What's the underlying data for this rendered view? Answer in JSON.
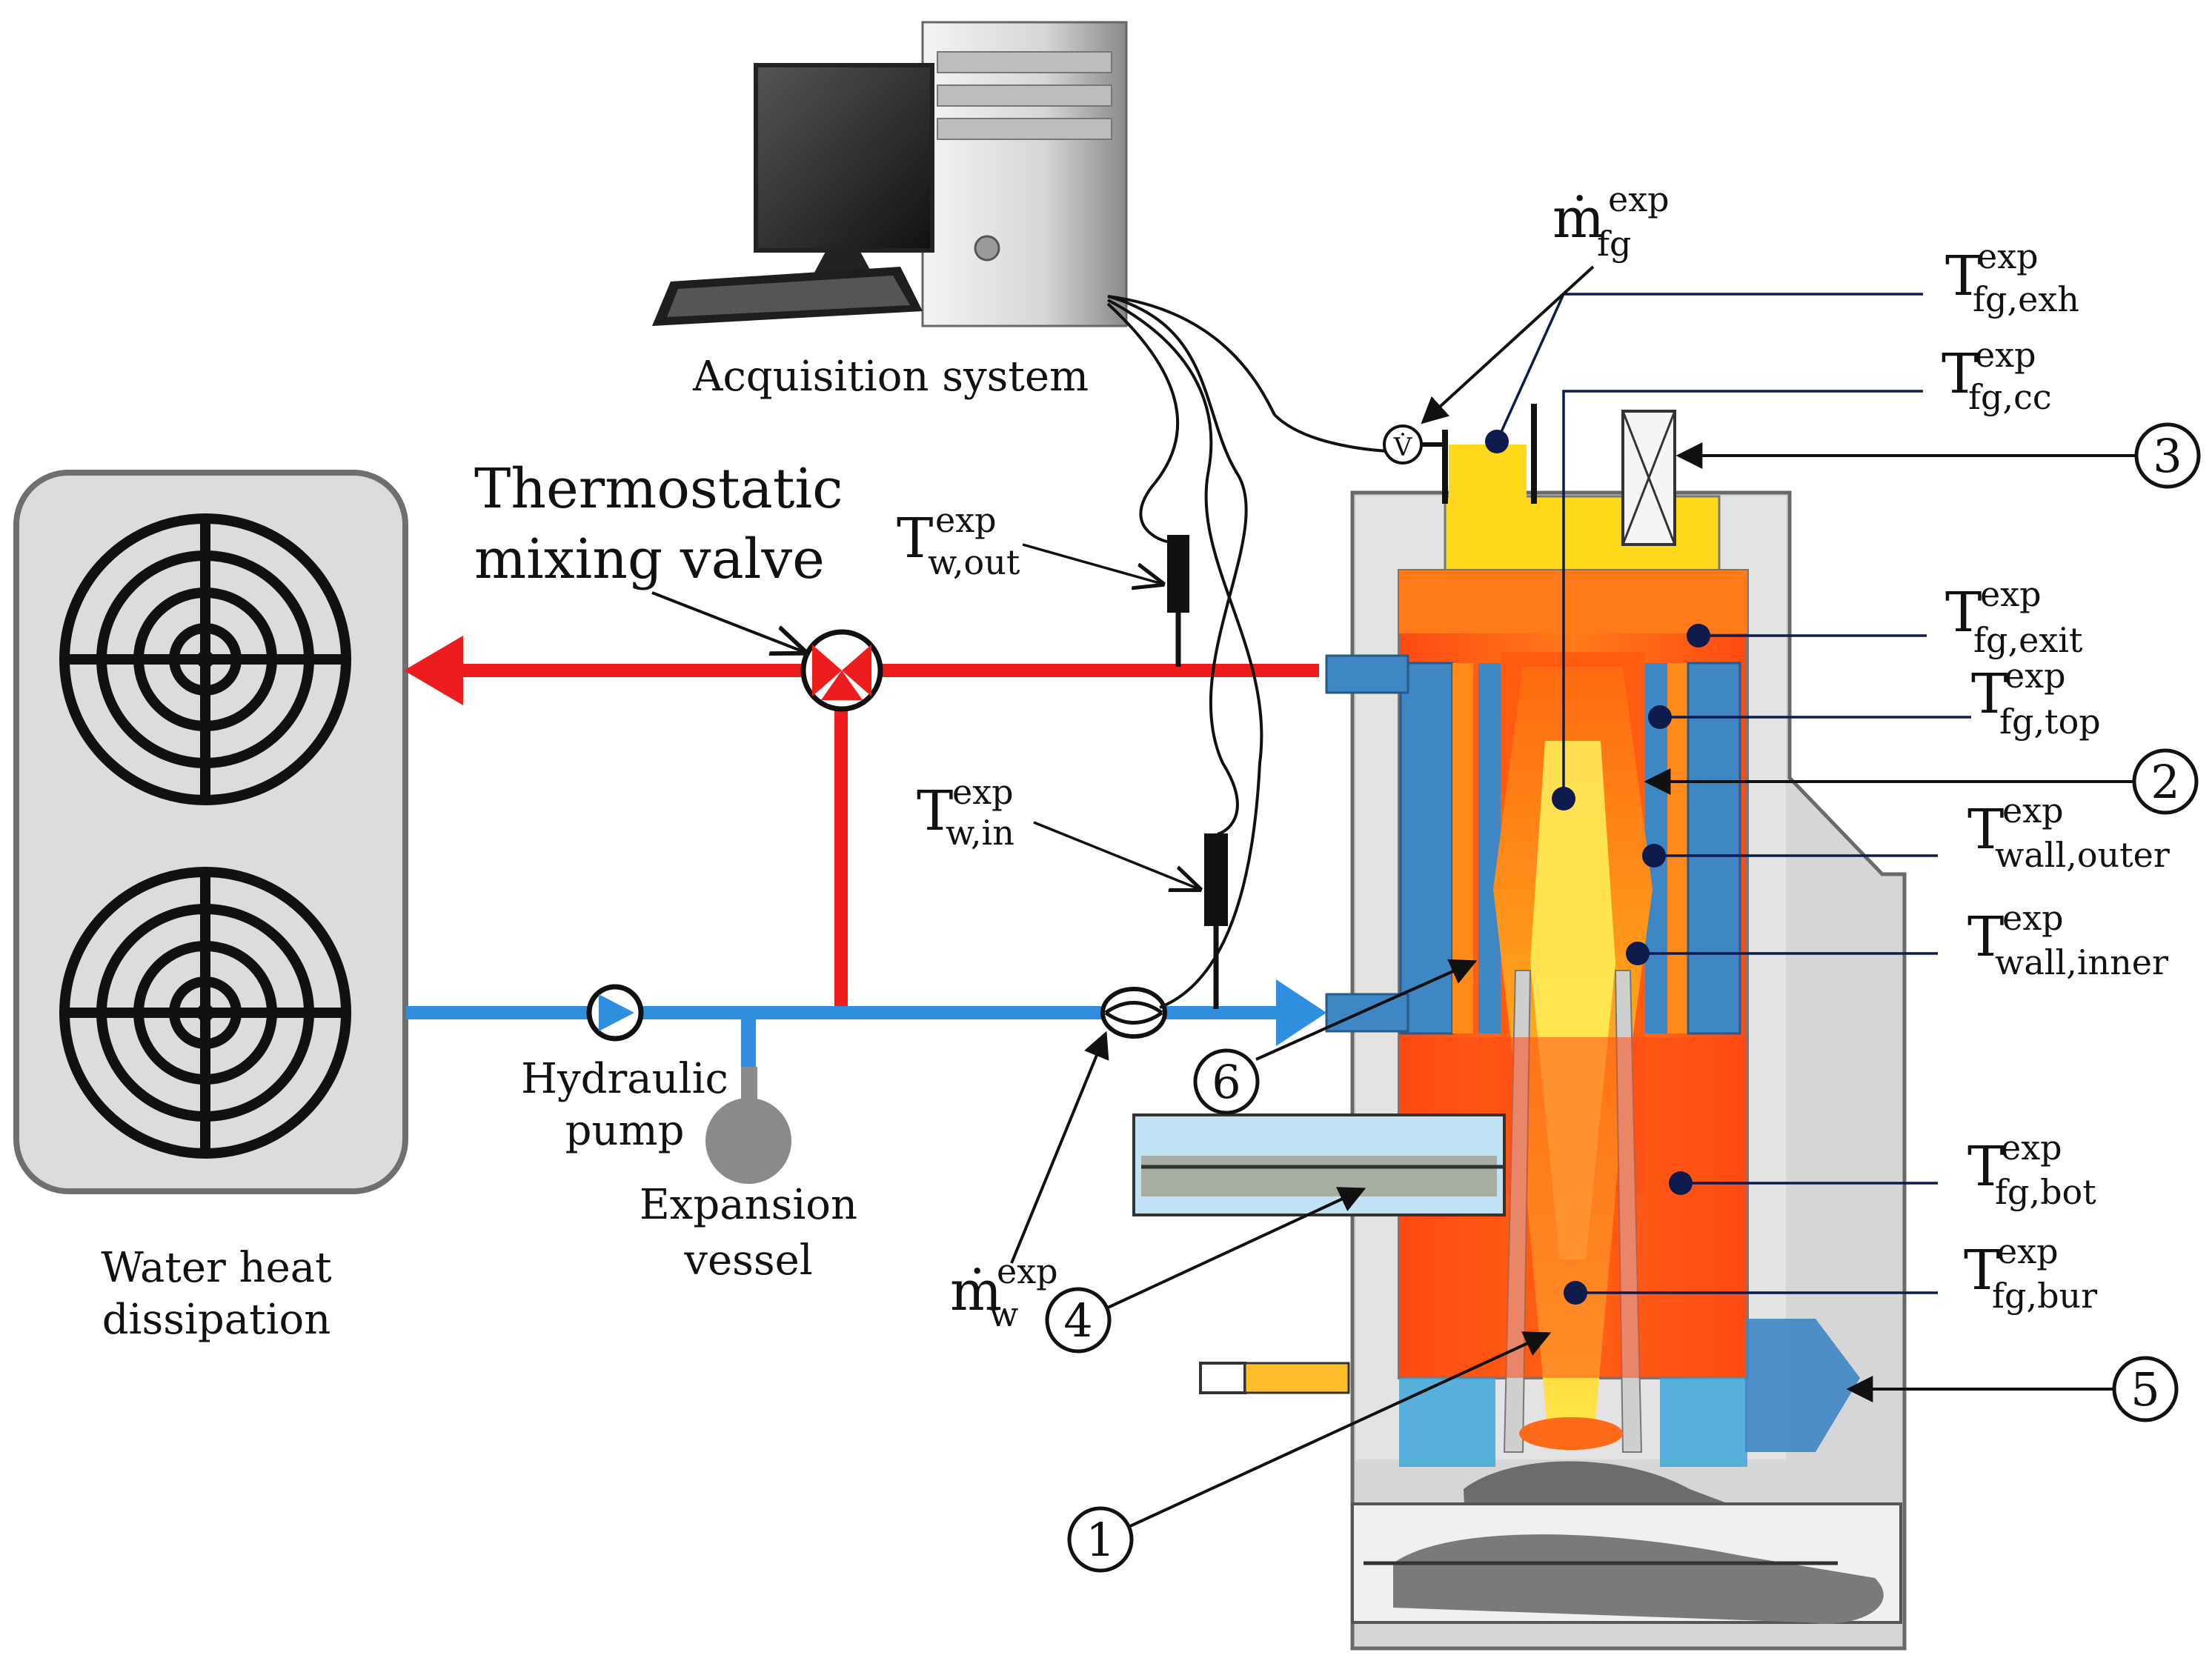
{
  "diagram": {
    "labels": {
      "acquisition": "Acquisition system",
      "tmv_line1": "Thermostatic",
      "tmv_line2": "mixing valve",
      "pump_line1": "Hydraulic",
      "pump_line2": "pump",
      "vessel_line1": "Expansion",
      "vessel_line2": "vessel",
      "heat_line1": "Water heat",
      "heat_line2": "dissipation"
    },
    "measurements": {
      "exp": "exp",
      "mfg_base": "ṁ",
      "mfg_sub": "fg",
      "mw_base": "ṁ",
      "mw_sub": "w",
      "T": "T",
      "V": "V̇",
      "w_out": "w,out",
      "w_in": "w,in",
      "fg_exh": "fg,exh",
      "fg_cc": "fg,cc",
      "fg_exit": "fg,exit",
      "fg_top": "fg,top",
      "wall_outer": "wall,outer",
      "wall_inner": "wall,inner",
      "fg_bot": "fg,bot",
      "fg_bur": "fg,bur"
    },
    "callouts": [
      "1",
      "2",
      "3",
      "4",
      "5",
      "6"
    ],
    "colors": {
      "hot_line": "#ee1c1c",
      "cold_line": "#2f8fde",
      "flame": "#ff5a14",
      "water_jacket": "#3f86c4",
      "casing": "#d9d9d9",
      "sensor_dot": "#0d1b4d"
    }
  }
}
